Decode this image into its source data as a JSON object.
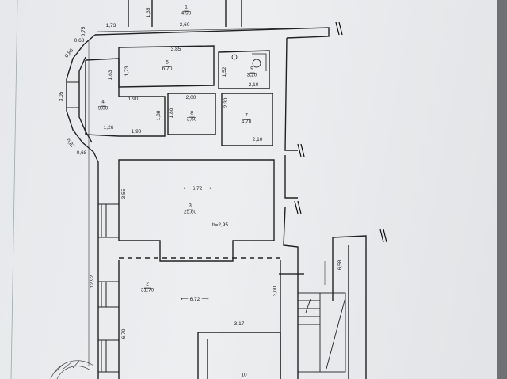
{
  "rooms": [
    {
      "id": "r1",
      "number": "1",
      "area": "4,90"
    },
    {
      "id": "r2",
      "number": "2",
      "area": "31,70"
    },
    {
      "id": "r3",
      "number": "3",
      "area": "25,60"
    },
    {
      "id": "r4",
      "number": "4",
      "area": "9,00"
    },
    {
      "id": "r5",
      "number": "5",
      "area": "6,70"
    },
    {
      "id": "r7",
      "number": "7",
      "area": "4,70"
    },
    {
      "id": "r8",
      "number": "8",
      "area": "3,60"
    },
    {
      "id": "r9",
      "number": "9",
      "area": "3,20"
    },
    {
      "id": "r10",
      "number": "10"
    }
  ],
  "dimensions": {
    "d_135": "1,35",
    "d_173": "1,73",
    "d_360": "3,60",
    "d_075": "0,75",
    "d_068_top": "0,68",
    "d_068_bottom": "0,68",
    "d_086": "0,86",
    "d_087": "0,87",
    "d_385": "3,85",
    "d_163": "1,63",
    "d_173b": "1,73",
    "d_152": "1,52",
    "d_210_top": "2,10",
    "d_305": "3,05",
    "d_190_a": "1,90",
    "d_200": "2,00",
    "d_230": "2,30",
    "d_180": "1,80",
    "d_188": "1,88",
    "d_126": "1,26",
    "d_190_b": "1,90",
    "d_210_b": "2,10",
    "d_355": "3,55",
    "d_672_a": "6,72",
    "d_h": "h=2,95",
    "d_672_b": "6,72",
    "d_300": "3,00",
    "d_658": "6,58",
    "d_1292": "12,92",
    "d_670": "6,70",
    "d_317": "3,17"
  }
}
